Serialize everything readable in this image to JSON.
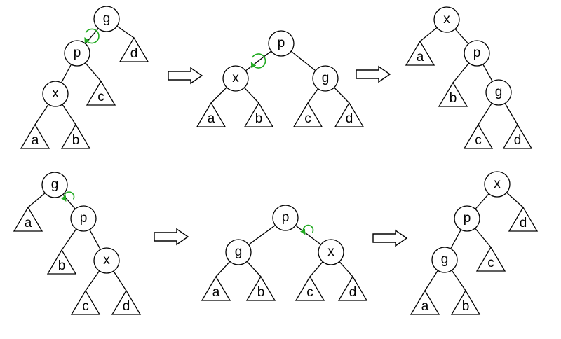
{
  "colors": {
    "rotation_marker": "#22aa22",
    "stroke": "#000000",
    "background": "#ffffff"
  },
  "diagrams": [
    {
      "name": "zigzig-1",
      "nodes": [
        {
          "id": "g",
          "label": "g"
        },
        {
          "id": "p",
          "label": "p"
        },
        {
          "id": "x",
          "label": "x"
        }
      ],
      "subtrees": [
        {
          "id": "a",
          "label": "a"
        },
        {
          "id": "b",
          "label": "b"
        },
        {
          "id": "c",
          "label": "c"
        },
        {
          "id": "d",
          "label": "d"
        }
      ],
      "edges": [
        [
          "g",
          "p"
        ],
        [
          "g",
          "d"
        ],
        [
          "p",
          "x"
        ],
        [
          "p",
          "c"
        ],
        [
          "x",
          "a"
        ],
        [
          "x",
          "b"
        ]
      ],
      "rotation": {
        "edge": [
          "g",
          "p"
        ],
        "direction": "clockwise"
      }
    },
    {
      "name": "zigzig-2",
      "nodes": [
        {
          "id": "p",
          "label": "p"
        },
        {
          "id": "x",
          "label": "x"
        },
        {
          "id": "g",
          "label": "g"
        }
      ],
      "subtrees": [
        {
          "id": "a",
          "label": "a"
        },
        {
          "id": "b",
          "label": "b"
        },
        {
          "id": "c",
          "label": "c"
        },
        {
          "id": "d",
          "label": "d"
        }
      ],
      "edges": [
        [
          "p",
          "x"
        ],
        [
          "p",
          "g"
        ],
        [
          "x",
          "a"
        ],
        [
          "x",
          "b"
        ],
        [
          "g",
          "c"
        ],
        [
          "g",
          "d"
        ]
      ],
      "rotation": {
        "edge": [
          "p",
          "x"
        ],
        "direction": "clockwise"
      }
    },
    {
      "name": "zigzig-3",
      "nodes": [
        {
          "id": "x",
          "label": "x"
        },
        {
          "id": "p",
          "label": "p"
        },
        {
          "id": "g",
          "label": "g"
        }
      ],
      "subtrees": [
        {
          "id": "a",
          "label": "a"
        },
        {
          "id": "b",
          "label": "b"
        },
        {
          "id": "c",
          "label": "c"
        },
        {
          "id": "d",
          "label": "d"
        }
      ],
      "edges": [
        [
          "x",
          "a"
        ],
        [
          "x",
          "p"
        ],
        [
          "p",
          "b"
        ],
        [
          "p",
          "g"
        ],
        [
          "g",
          "c"
        ],
        [
          "g",
          "d"
        ]
      ]
    },
    {
      "name": "zagzag-1",
      "nodes": [
        {
          "id": "g",
          "label": "g"
        },
        {
          "id": "p",
          "label": "p"
        },
        {
          "id": "x",
          "label": "x"
        }
      ],
      "subtrees": [
        {
          "id": "a",
          "label": "a"
        },
        {
          "id": "b",
          "label": "b"
        },
        {
          "id": "c",
          "label": "c"
        },
        {
          "id": "d",
          "label": "d"
        }
      ],
      "edges": [
        [
          "g",
          "a"
        ],
        [
          "g",
          "p"
        ],
        [
          "p",
          "b"
        ],
        [
          "p",
          "x"
        ],
        [
          "x",
          "c"
        ],
        [
          "x",
          "d"
        ]
      ],
      "rotation": {
        "edge": [
          "g",
          "p"
        ],
        "direction": "counterclockwise"
      }
    },
    {
      "name": "zagzag-2",
      "nodes": [
        {
          "id": "p",
          "label": "p"
        },
        {
          "id": "g",
          "label": "g"
        },
        {
          "id": "x",
          "label": "x"
        }
      ],
      "subtrees": [
        {
          "id": "a",
          "label": "a"
        },
        {
          "id": "b",
          "label": "b"
        },
        {
          "id": "c",
          "label": "c"
        },
        {
          "id": "d",
          "label": "d"
        }
      ],
      "edges": [
        [
          "p",
          "g"
        ],
        [
          "p",
          "x"
        ],
        [
          "g",
          "a"
        ],
        [
          "g",
          "b"
        ],
        [
          "x",
          "c"
        ],
        [
          "x",
          "d"
        ]
      ],
      "rotation": {
        "edge": [
          "p",
          "x"
        ],
        "direction": "counterclockwise"
      }
    },
    {
      "name": "zagzag-3",
      "nodes": [
        {
          "id": "x",
          "label": "x"
        },
        {
          "id": "p",
          "label": "p"
        },
        {
          "id": "g",
          "label": "g"
        }
      ],
      "subtrees": [
        {
          "id": "a",
          "label": "a"
        },
        {
          "id": "b",
          "label": "b"
        },
        {
          "id": "c",
          "label": "c"
        },
        {
          "id": "d",
          "label": "d"
        }
      ],
      "edges": [
        [
          "x",
          "p"
        ],
        [
          "x",
          "d"
        ],
        [
          "p",
          "g"
        ],
        [
          "p",
          "c"
        ],
        [
          "g",
          "a"
        ],
        [
          "g",
          "b"
        ]
      ]
    }
  ],
  "transitions": [
    {
      "from": "zigzig-1",
      "to": "zigzig-2"
    },
    {
      "from": "zigzig-2",
      "to": "zigzig-3"
    },
    {
      "from": "zagzag-1",
      "to": "zagzag-2"
    },
    {
      "from": "zagzag-2",
      "to": "zagzag-3"
    }
  ]
}
